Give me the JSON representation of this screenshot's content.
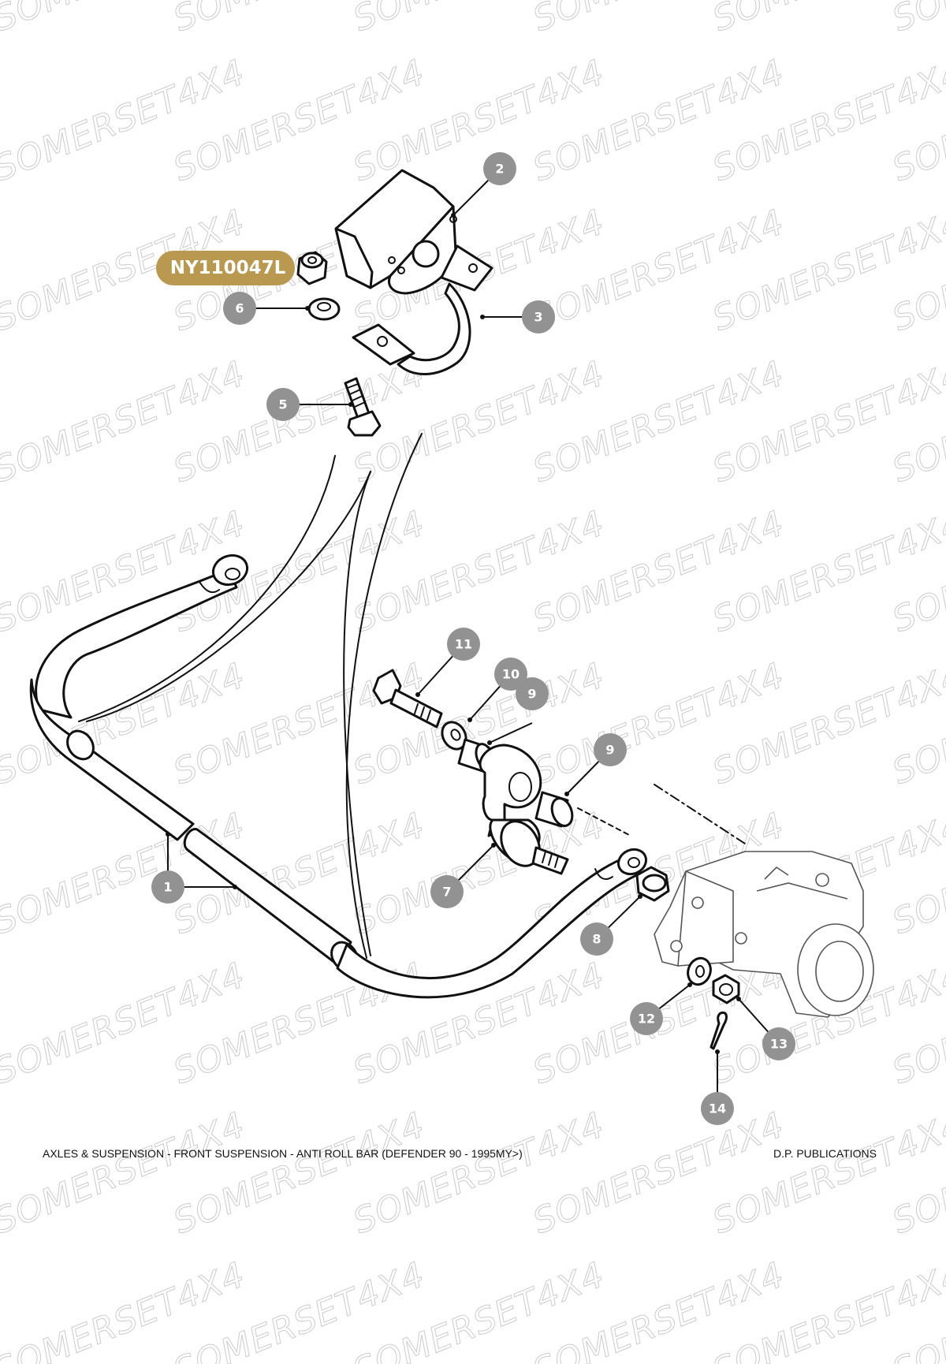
{
  "watermark": {
    "text": "SOMERSET4X4"
  },
  "part_number": {
    "label": "NY110047L",
    "color": "#b9984f"
  },
  "callouts": [
    "1",
    "1",
    "2",
    "3",
    "5",
    "6",
    "7",
    "8",
    "9",
    "9",
    "10",
    "11",
    "12",
    "13",
    "14"
  ],
  "callout_color": "#929292",
  "footer": {
    "title": "AXLES & SUSPENSION - FRONT SUSPENSION - ANTI ROLL BAR  (DEFENDER 90 - 1995MY>)",
    "publisher": "D.P. PUBLICATIONS"
  }
}
